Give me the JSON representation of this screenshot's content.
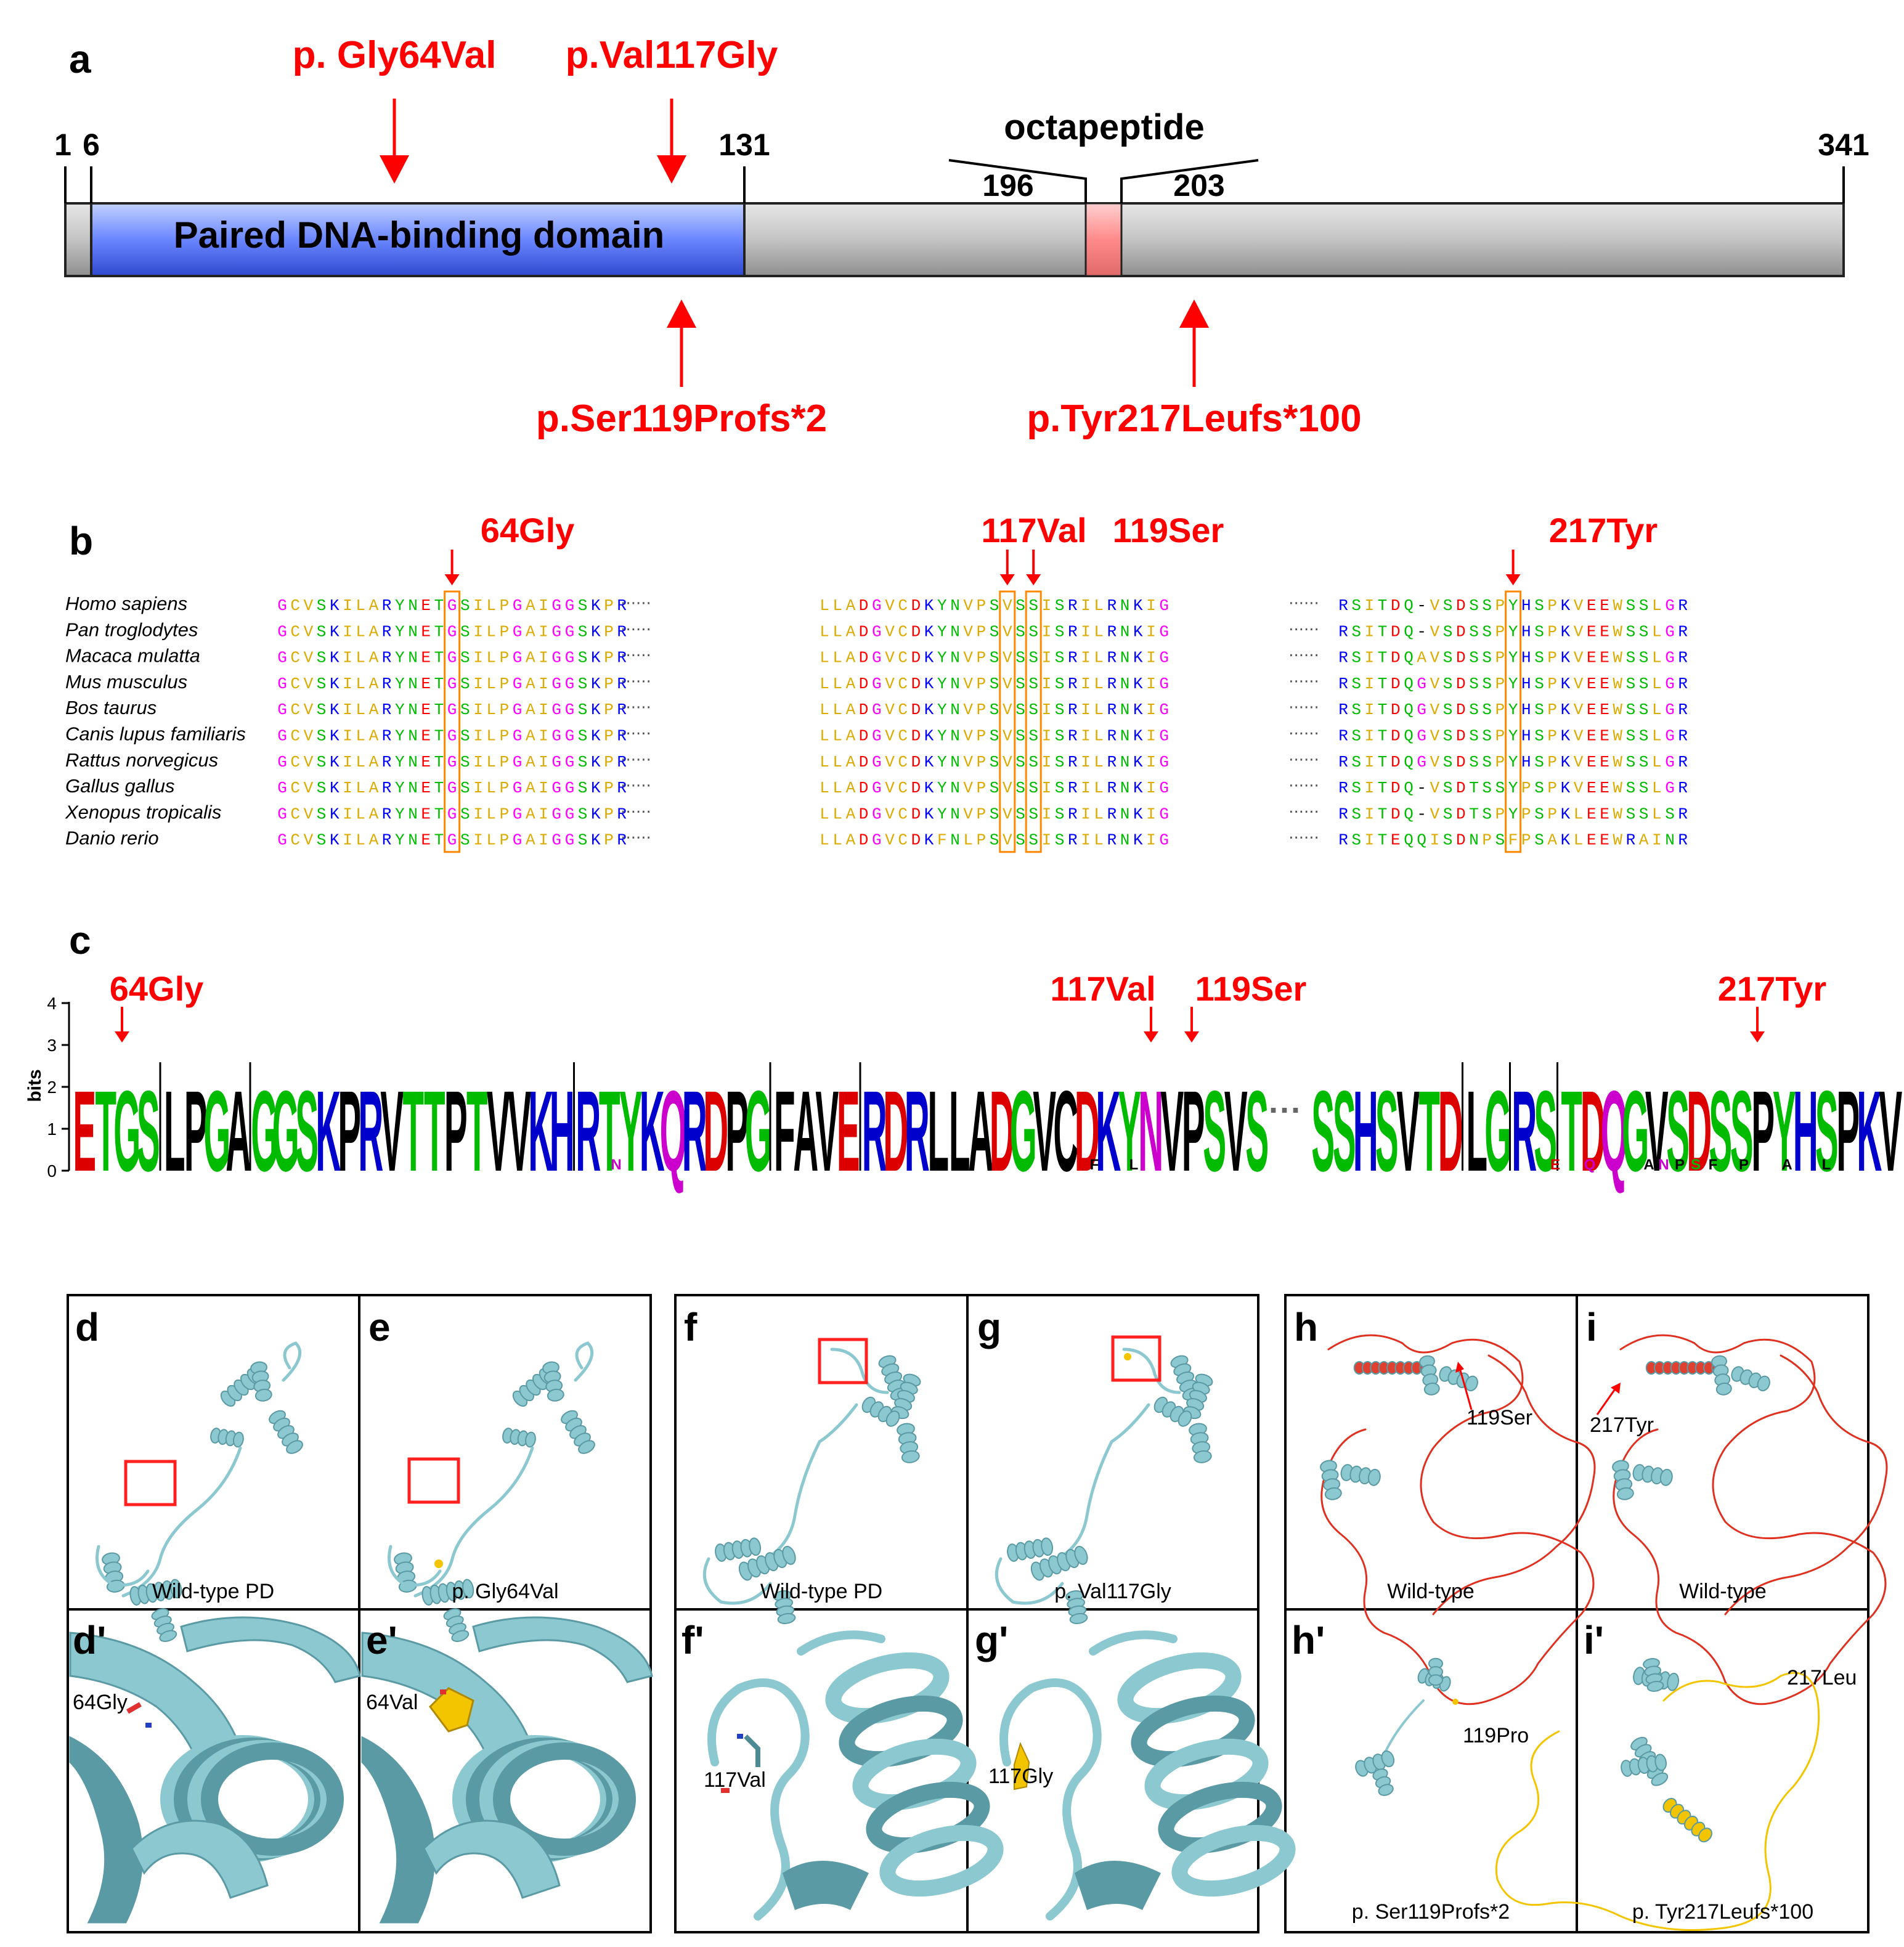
{
  "panels": {
    "a": "a",
    "b": "b",
    "c": "c",
    "d": "d",
    "e": "e",
    "f": "f",
    "g": "g",
    "h": "h",
    "i": "i",
    "d2": "d'",
    "e2": "e'",
    "f2": "f'",
    "g2": "g'",
    "h2": "h'",
    "i2": "i'"
  },
  "panel_a": {
    "domain_label": "Paired DNA-binding domain",
    "octapeptide_label": "octapeptide",
    "positions": {
      "p1": "1",
      "p6": "6",
      "p131": "131",
      "p196": "196",
      "p203": "203",
      "p341": "341"
    },
    "mutations_top": [
      "p. Gly64Val",
      "p.Val117Gly"
    ],
    "mutations_bottom": [
      "p.Ser119Profs*2",
      "p.Tyr217Leufs*100"
    ],
    "colors": {
      "domain": "#5577ff",
      "octapeptide": "#ff8a8a",
      "protein": "#b5b5b5",
      "mutation": "#ff0000"
    }
  },
  "panel_b": {
    "residue_labels": [
      "64Gly",
      "117Val",
      "119Ser",
      "217Tyr"
    ],
    "gap": "······",
    "rows": [
      {
        "species": "Homo sapiens",
        "s1": "GCVSKILARYNETGSILPGAIGGSKPR",
        "s2": "LLADGVCDKYNVPSVSSISRILRNKIG",
        "s3": "RSITDQ-VSDSSPYHSPKVEEWSSLGR"
      },
      {
        "species": "Pan troglodytes",
        "s1": "GCVSKILARYNETGSILPGAIGGSKPR",
        "s2": "LLADGVCDKYNVPSVSSISRILRNKIG",
        "s3": "RSITDQ-VSDSSPYHSPKVEEWSSLGR"
      },
      {
        "species": "Macaca mulatta",
        "s1": "GCVSKILARYNETGSILPGAIGGSKPR",
        "s2": "LLADGVCDKYNVPSVSSISRILRNKIG",
        "s3": "RSITDQAVSDSSPYHSPKVEEWSSLGR"
      },
      {
        "species": "Mus musculus",
        "s1": "GCVSKILARYNETGSILPGAIGGSKPR",
        "s2": "LLADGVCDKYNVPSVSSISRILRNKIG",
        "s3": "RSITDQGVSDSSPYHSPKVEEWSSLGR"
      },
      {
        "species": "Bos taurus",
        "s1": "GCVSKILARYNETGSILPGAIGGSKPR",
        "s2": "LLADGVCDKYNVPSVSSISRILRNKIG",
        "s3": "RSITDQGVSDSSPYHSPKVEEWSSLGR"
      },
      {
        "species": "Canis lupus familiaris",
        "s1": "GCVSKILARYNETGSILPGAIGGSKPR",
        "s2": "LLADGVCDKYNVPSVSSISRILRNKIG",
        "s3": "RSITDQGVSDSSPYHSPKVEEWSSLGR"
      },
      {
        "species": "Rattus norvegicus",
        "s1": "GCVSKILARYNETGSILPGAIGGSKPR",
        "s2": "LLADGVCDKYNVPSVSSISRILRNKIG",
        "s3": "RSITDQGVSDSSPYHSPKVEEWSSLGR"
      },
      {
        "species": "Gallus gallus",
        "s1": "GCVSKILARYNETGSILPGAIGGSKPR",
        "s2": "LLADGVCDKYNVPSVSSISRILRNKIG",
        "s3": "RSITDQ-VSDTSSYPSPKVEEWSSLGR"
      },
      {
        "species": "Xenopus tropicalis",
        "s1": "GCVSKILARYNETGSILPGAIGGSKPR",
        "s2": "LLADGVCDKYNVPSVSSISRILRNKIG",
        "s3": "RSITDQ-VSDTSPYPSPKLEEWSSLSR"
      },
      {
        "species": "Danio rerio",
        "s1": "GCVSKILARYNETGSILPGAIGGSKPR",
        "s2": "LLADGVCDKFNLPSVSSISRILRNKIG",
        "s3": "RSITEQQISDNPSFPSAKLEEWRAINR"
      }
    ],
    "aa_colors": {
      "G": "#ff00ff",
      "C": "#ddaa00",
      "V": "#ddaa00",
      "S": "#00bb00",
      "K": "#0000ff",
      "I": "#ddaa00",
      "L": "#ddaa00",
      "A": "#ddaa00",
      "R": "#0000ff",
      "Y": "#00bb00",
      "N": "#00bb00",
      "E": "#ff0000",
      "T": "#00bb00",
      "P": "#ddaa00",
      "D": "#ff0000",
      "Q": "#00bb00",
      "H": "#0000ff",
      "F": "#ddaa00",
      "W": "#ddaa00",
      "M": "#ddaa00",
      "-": "#000000"
    },
    "highlight_color": "#ff8800"
  },
  "panel_c": {
    "y_axis_label": "bits",
    "y_ticks": [
      "0",
      "1",
      "2",
      "3",
      "4"
    ],
    "residue_labels": [
      "64Gly",
      "117Val",
      "119Ser",
      "217Tyr"
    ],
    "gap": "···",
    "segment1": "ETGS|LPGA|GGSKPRVTTPTVVKH|RTYKQRDPG|FAVE|RDRLLADGVCDKYNVPSVS",
    "segment2": "SSHSVTD|LG|RS|TDQGVSDSSPYHSPKV",
    "minor_letters": [
      "N",
      "F",
      "L",
      "E",
      "Q",
      "A",
      "N",
      "P",
      "S",
      "F",
      "P",
      "A",
      "L"
    ],
    "logo_colors": {
      "E": "#dd0000",
      "D": "#dd0000",
      "T": "#00bb00",
      "G": "#00bb00",
      "S": "#00bb00",
      "Y": "#00bb00",
      "N": "#cc00cc",
      "Q": "#cc00cc",
      "K": "#0000cc",
      "R": "#0000cc",
      "H": "#0000cc",
      "L": "#000000",
      "P": "#000000",
      "A": "#000000",
      "V": "#000000",
      "I": "#000000",
      "F": "#000000",
      "C": "#000000",
      "W": "#000000",
      "M": "#000000"
    }
  },
  "panel_structs": {
    "d_caption": "Wild-type PD",
    "e_caption": "p. Gly64Val",
    "f_caption": "Wild-type PD",
    "g_caption": "p. Val117Gly",
    "h_caption": "Wild-type",
    "i_caption": "Wild-type",
    "h2_caption": "p. Ser119Profs*2",
    "i2_caption": "p. Tyr217Leufs*100",
    "h_label": "119Ser",
    "i_label": "217Tyr",
    "d2_label": "64Gly",
    "e2_label": "64Val",
    "f2_label": "117Val",
    "g2_label": "117Gly",
    "h2_label": "119Pro",
    "i2_label": "217Leu",
    "colors": {
      "protein": "#8cc8d0",
      "dark": "#5a9aa4",
      "mutant": "#f2c500",
      "highlight": "#ff2020",
      "disordered": "#e03020"
    }
  }
}
